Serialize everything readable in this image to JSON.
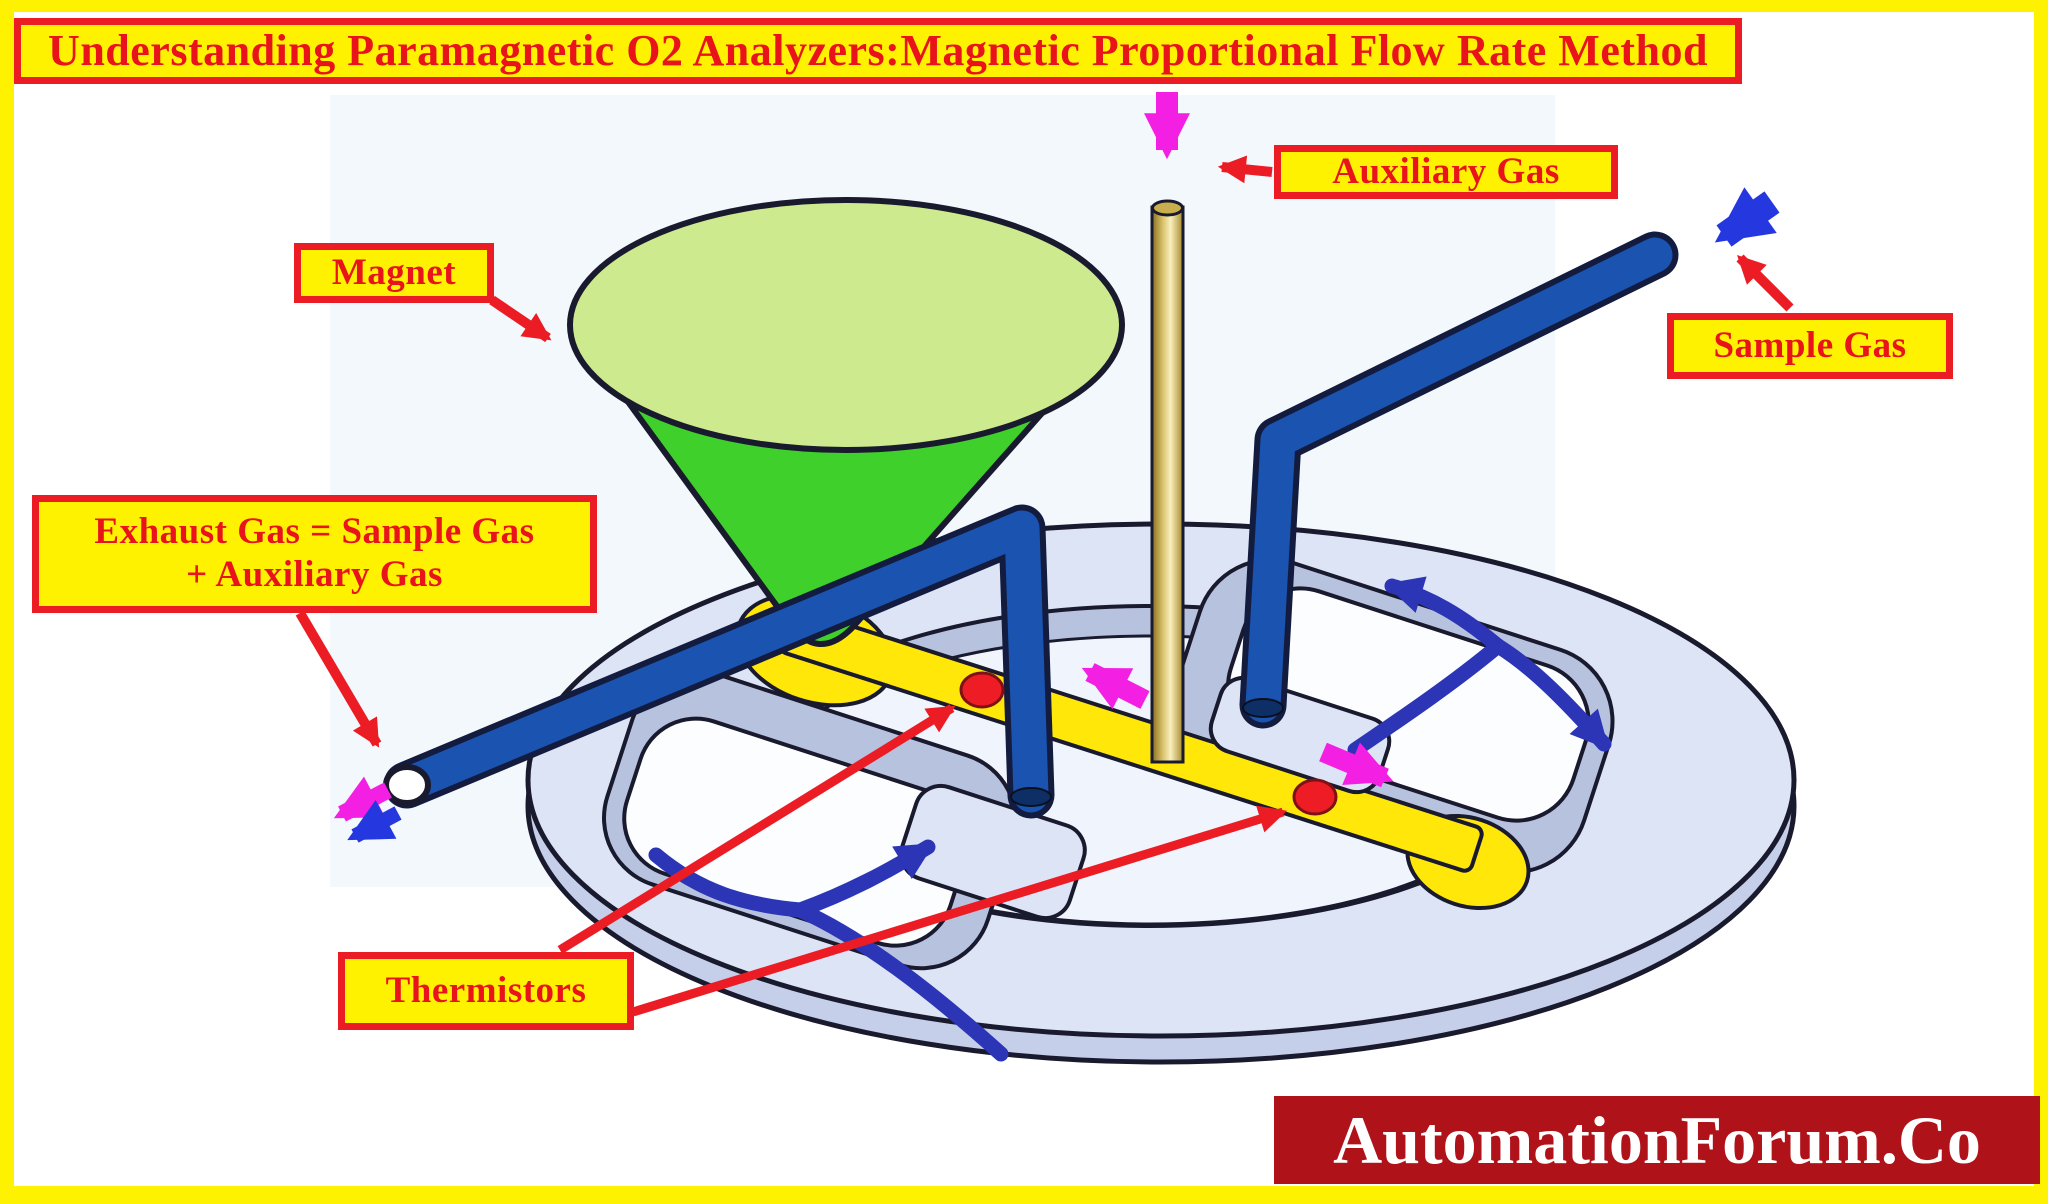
{
  "title": "Understanding Paramagnetic O2 Analyzers:Magnetic Proportional Flow Rate Method",
  "labels": {
    "magnet": "Magnet",
    "auxiliary_gas": "Auxiliary Gas",
    "sample_gas": "Sample Gas",
    "exhaust_line1": "Exhaust Gas = Sample Gas",
    "exhaust_line2": "+  Auxiliary Gas",
    "thermistors": "Thermistors"
  },
  "watermark": "AutomationForum.Co",
  "colors": {
    "label_yellow": "#FFF200",
    "frame_yellow": "#FFF200",
    "annotation_red": "#EC1C24",
    "label_text_red": "#E8131B",
    "tube_blue": "#1A54B0",
    "tube_outline": "#131C3F",
    "cone_green": "#3FD02B",
    "cone_top_green": "#CDEB8E",
    "channel_yellow": "#FFE70A",
    "ring_lavender": "#DCE4F6",
    "ledge_grey": "#B7C2DF",
    "floor_light": "#F0F5FD",
    "flow_arrow_indigo": "#2B35B5",
    "gas_arrow_blue": "#2538DF",
    "magenta": "#F320E3",
    "thermistor_red": "#EE1C25",
    "gold_light": "#F8F0BE",
    "gold_dark": "#8A6D1F",
    "logo_red": "#B0121A"
  },
  "diagram_parts": [
    "magnet-cone",
    "auxiliary-gas-inlet-rod",
    "sample-gas-inlet-tube",
    "exhaust-gas-outlet-tube",
    "ring-chamber-disc",
    "measuring-channel",
    "thermistor-1",
    "thermistor-2",
    "auxiliary-gas-down-arrow",
    "sample-gas-in-arrow",
    "exhaust-out-arrows",
    "flow-split-arrow",
    "flow-merge-arrow",
    "channel-flow-arrow-left",
    "channel-flow-arrow-right"
  ]
}
